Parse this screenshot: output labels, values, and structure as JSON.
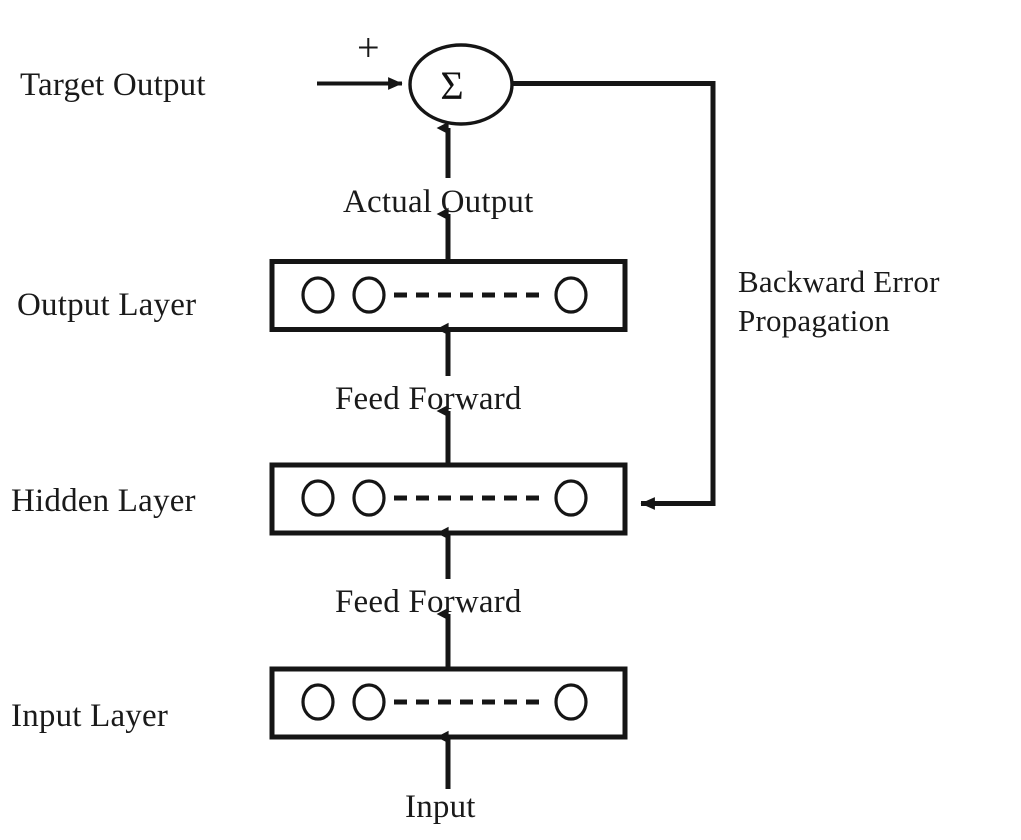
{
  "diagram": {
    "title": "Backpropagation neural network training diagram",
    "colors": {
      "line": "#151515",
      "text": "#1a1a1a",
      "background": "#ffffff"
    },
    "labels": {
      "target_output": "Target Output",
      "plus_sign": "+",
      "sum_symbol": "Σ",
      "actual_output": "Actual Output",
      "output_layer": "Output Layer",
      "feed_forward_upper": "Feed Forward",
      "hidden_layer": "Hidden Layer",
      "feed_forward_lower": "Feed Forward",
      "input_layer": "Input Layer",
      "input": "Input",
      "backward_error_propagation": "Backward Error Propagation"
    },
    "layers": [
      {
        "id": "output-layer",
        "name": "Output Layer",
        "nodes": 3,
        "ellipsis": "dashed"
      },
      {
        "id": "hidden-layer",
        "name": "Hidden Layer",
        "nodes": 3,
        "ellipsis": "dashed"
      },
      {
        "id": "input-layer",
        "name": "Input Layer",
        "nodes": 3,
        "ellipsis": "dashed"
      }
    ],
    "connections": [
      {
        "id": "target-output-arrow",
        "from": "Target Output",
        "to": "Σ",
        "direction": "right",
        "sign": "+"
      },
      {
        "id": "actual-output-arrow",
        "from": "Output Layer",
        "to": "Σ",
        "direction": "up",
        "label": "Actual Output"
      },
      {
        "id": "feed-forward-hidden-to-output",
        "from": "Hidden Layer",
        "to": "Output Layer",
        "direction": "up",
        "label": "Feed Forward"
      },
      {
        "id": "feed-forward-input-to-hidden",
        "from": "Input Layer",
        "to": "Hidden Layer",
        "direction": "up",
        "label": "Feed Forward"
      },
      {
        "id": "input-arrow",
        "from": "Input",
        "to": "Input Layer",
        "direction": "up",
        "label": "Input"
      },
      {
        "id": "error-feedback",
        "from": "Σ",
        "to": "Hidden Layer",
        "direction": "left",
        "label": "Backward Error Propagation"
      }
    ]
  }
}
